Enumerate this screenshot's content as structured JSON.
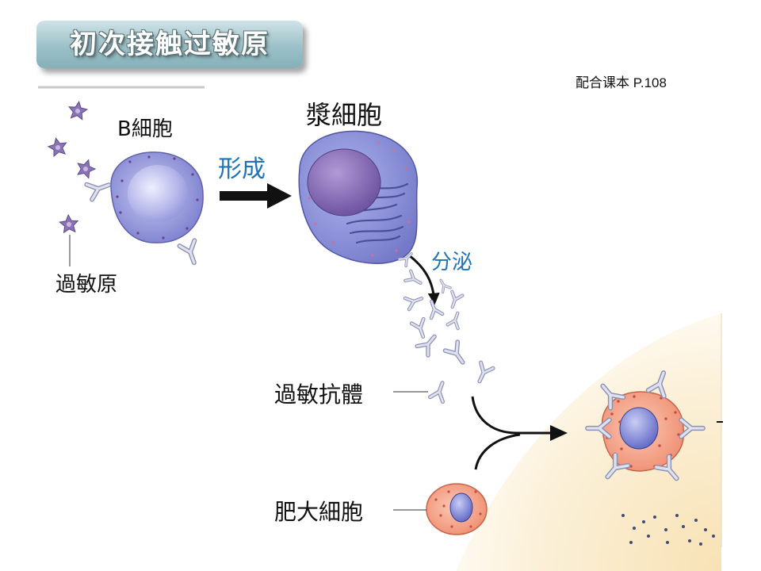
{
  "title": "初次接触过敏原",
  "reference": "配合课本 P.108",
  "labels": {
    "b_cell": "B細胞",
    "allergen": "過敏原",
    "forms": "形成",
    "plasma_cell": "漿細胞",
    "secretes": "分泌",
    "ige_antibody": "過敏抗體",
    "mast_cell": "肥大細胞"
  },
  "colors": {
    "banner": "#9cc1c8",
    "arrow_text": "#1f73b8",
    "b_cell": "#8f90d6",
    "plasma_cell": "#7f84cf",
    "mast_cell": "#f2a48a",
    "tissue": "#fbefd3",
    "allergen": "#8a74b5",
    "antibody": "#c7cadf"
  }
}
